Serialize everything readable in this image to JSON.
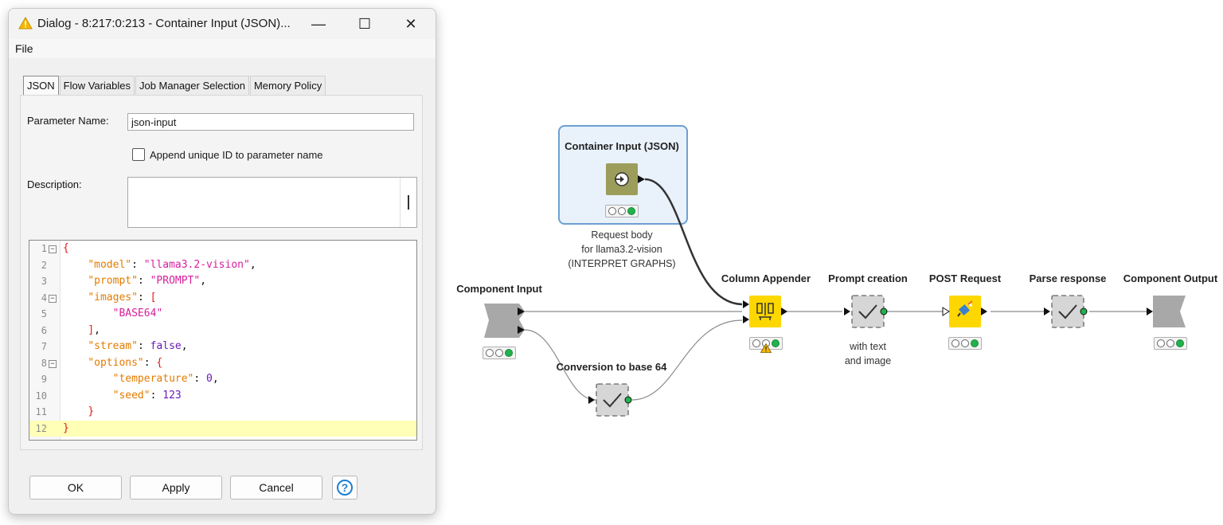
{
  "dialog": {
    "title": "Dialog - 8:217:0:213 - Container Input (JSON)...",
    "window_controls": {
      "minimize": "—",
      "maximize": "☐",
      "close": "✕"
    },
    "menu": {
      "file": "File"
    },
    "tabs": [
      "JSON",
      "Flow Variables",
      "Job Manager Selection",
      "Memory Policy"
    ],
    "active_tab": "JSON",
    "parameter_name_label": "Parameter Name:",
    "parameter_name_value": "json-input",
    "append_id_label": "Append unique ID to parameter name",
    "append_id_checked": false,
    "description_label": "Description:",
    "description_value": "",
    "editor": {
      "line_numbers": [
        "1",
        "2",
        "3",
        "4",
        "5",
        "6",
        "7",
        "8",
        "9",
        "10",
        "11",
        "12"
      ],
      "lines": [
        "{",
        "    \"model\": \"llama3.2-vision\",",
        "    \"prompt\": \"PROMPT\",",
        "    \"images\": [",
        "        \"BASE64\"",
        "    ],",
        "    \"stream\": false,",
        "    \"options\": {",
        "        \"temperature\": 0,",
        "        \"seed\": 123",
        "    }",
        "}"
      ]
    },
    "buttons": {
      "ok": "OK",
      "apply": "Apply",
      "cancel": "Cancel",
      "help": "?"
    }
  },
  "workflow": {
    "nodes": {
      "container_input": {
        "label": "Container Input (JSON)",
        "annotation": [
          "Request body",
          "for llama3.2-vision",
          "(INTERPRET GRAPHS)"
        ],
        "color": "#9c9c5b"
      },
      "component_input": {
        "label": "Component Input"
      },
      "conversion": {
        "label": "Conversion to base 64"
      },
      "column_appender": {
        "label": "Column Appender",
        "color": "#ffd700",
        "warning": "!"
      },
      "prompt_creation": {
        "label": "Prompt creation",
        "annotation": [
          "with text",
          "and image"
        ]
      },
      "post_request": {
        "label": "POST Request",
        "color": "#ffd700"
      },
      "parse_response": {
        "label": "Parse response"
      },
      "component_output": {
        "label": "Component Output"
      }
    }
  },
  "colors": {
    "selection_border": "#6ca0d4",
    "help_blue": "#1d7fd6",
    "status_green": "#22b14c",
    "code_key": "#e37b00",
    "code_string": "#d81e9d",
    "code_number": "#6a1bb8",
    "code_bracket": "#e01919",
    "highlight_line": "#ffffb8"
  }
}
